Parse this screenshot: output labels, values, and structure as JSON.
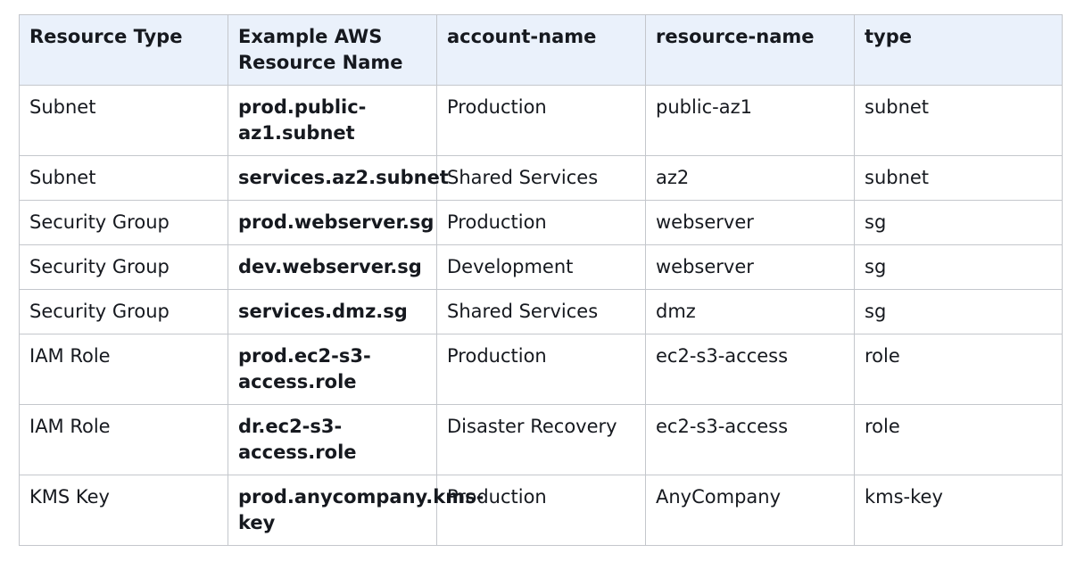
{
  "table": {
    "headers": [
      "Resource Type",
      "Example AWS Resource Name",
      "account-name",
      "resource-name",
      "type"
    ],
    "rows": [
      {
        "resource_type": "Subnet",
        "name_parts": [
          "prod.public-",
          "az1.subnet"
        ],
        "account_name": "Production",
        "resource_name": "public-az1",
        "type": "subnet"
      },
      {
        "resource_type": "Subnet",
        "name_parts": [
          "services.az2.subnet"
        ],
        "account_name": "Shared Services",
        "resource_name": "az2",
        "type": "subnet"
      },
      {
        "resource_type": "Security Group",
        "name_parts": [
          "prod.webserver.sg"
        ],
        "account_name": "Production",
        "resource_name": "webserver",
        "type": "sg"
      },
      {
        "resource_type": "Security Group",
        "name_parts": [
          "dev.webserver.sg"
        ],
        "account_name": "Development",
        "resource_name": "webserver",
        "type": "sg"
      },
      {
        "resource_type": "Security Group",
        "name_parts": [
          "services.dmz.sg"
        ],
        "account_name": "Shared Services",
        "resource_name": "dmz",
        "type": "sg"
      },
      {
        "resource_type": "IAM Role",
        "name_parts": [
          "prod.ec2-s3-",
          "access.role"
        ],
        "account_name": "Production",
        "resource_name": "ec2-s3-access",
        "type": "role"
      },
      {
        "resource_type": "IAM Role",
        "name_parts": [
          "dr.ec2-s3-",
          "access.role"
        ],
        "account_name": "Disaster Recovery",
        "resource_name": "ec2-s3-access",
        "type": "role"
      },
      {
        "resource_type": "KMS Key",
        "name_parts": [
          "prod.anycompany.kms-",
          "key"
        ],
        "account_name": "Production",
        "resource_name": "AnyCompany",
        "type": "kms-key"
      }
    ]
  }
}
